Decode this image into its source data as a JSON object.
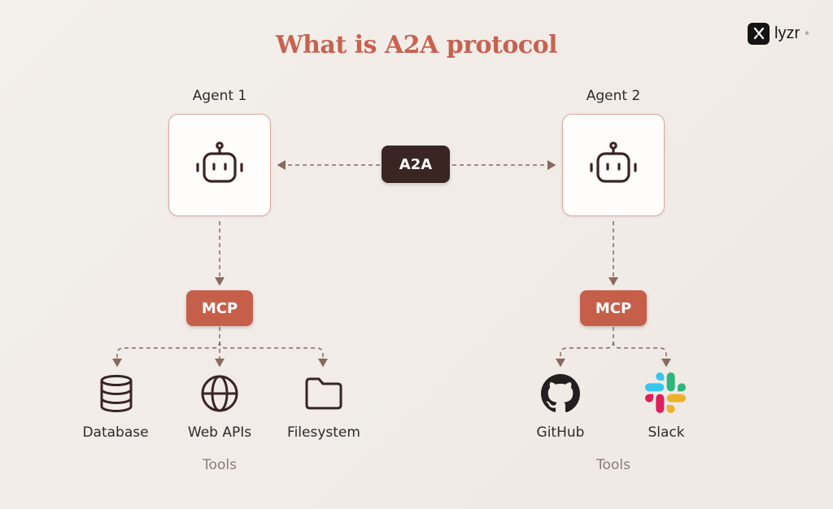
{
  "title": "What is A2A protocol",
  "logo": {
    "text": "lyzr",
    "mark": "®"
  },
  "agents": [
    {
      "label": "Agent 1",
      "icon": "robot-icon"
    },
    {
      "label": "Agent 2",
      "icon": "robot-icon"
    }
  ],
  "a2a_label": "A2A",
  "mcp_label": "MCP",
  "left_tools": [
    {
      "label": "Database",
      "icon": "database-icon"
    },
    {
      "label": "Web APIs",
      "icon": "globe-icon"
    },
    {
      "label": "Filesystem",
      "icon": "folder-icon"
    }
  ],
  "right_tools": [
    {
      "label": "GitHub",
      "icon": "github-icon"
    },
    {
      "label": "Slack",
      "icon": "slack-icon"
    }
  ],
  "tools_caption": "Tools",
  "colors": {
    "accent": "#c65f4a",
    "dark": "#3a2523",
    "title": "#c8624f",
    "connector": "#8a6a5e"
  }
}
